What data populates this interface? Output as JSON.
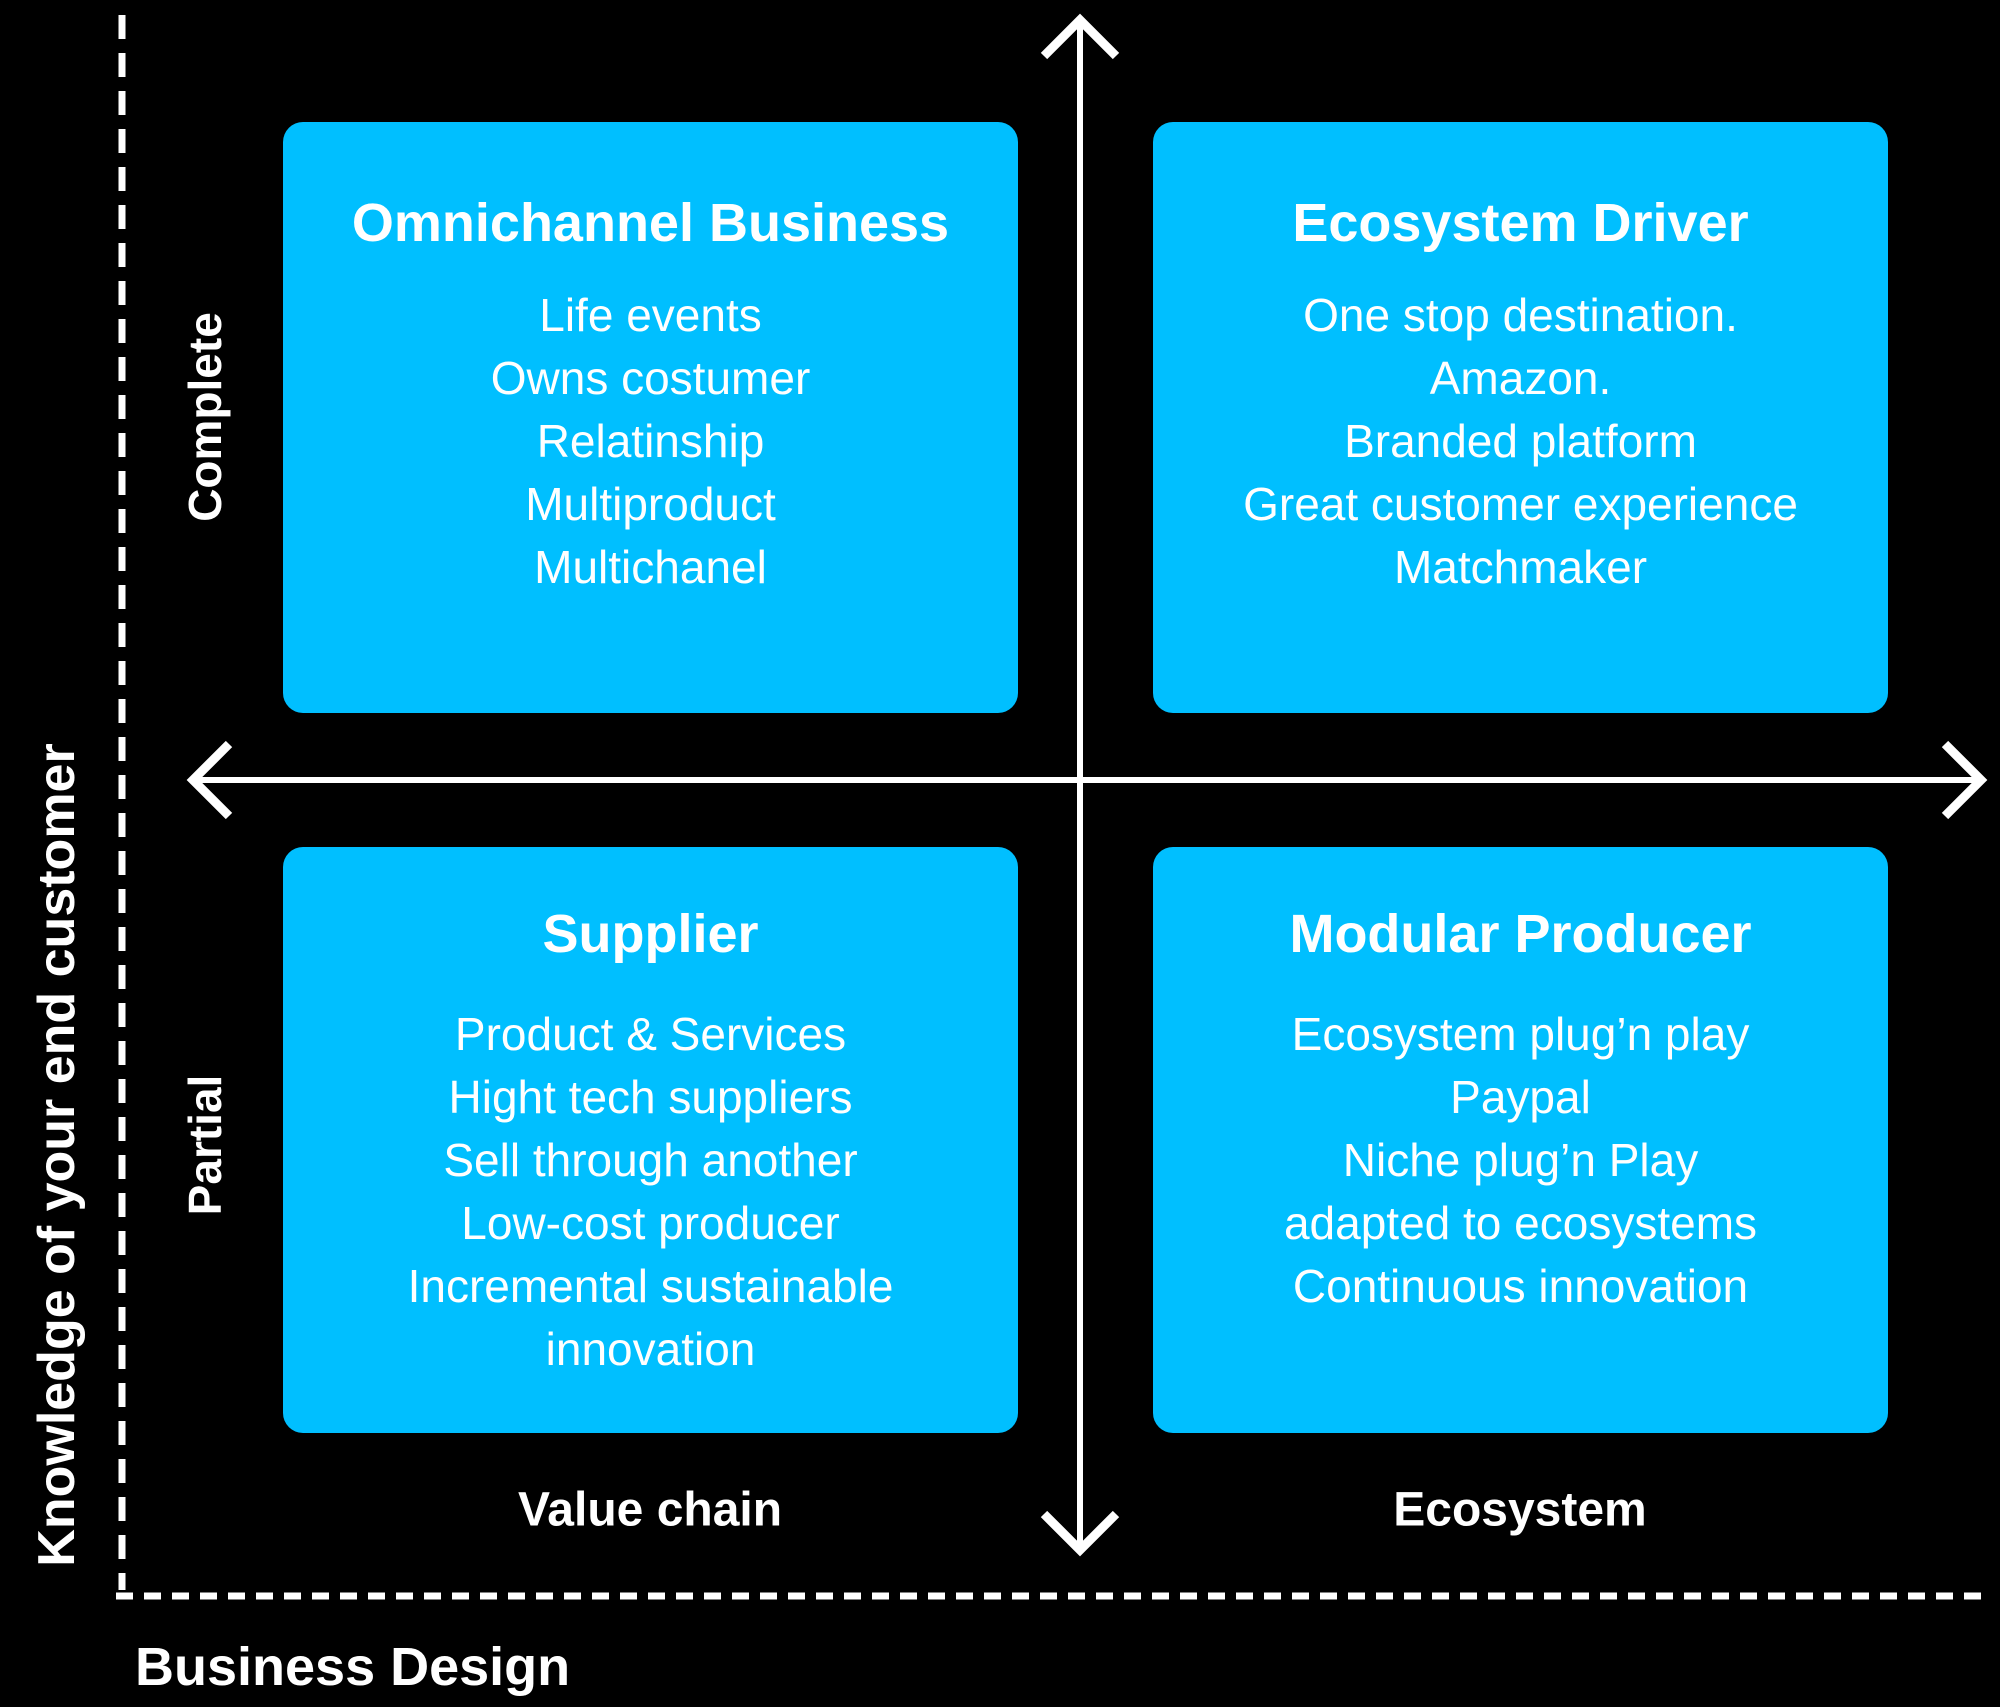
{
  "colors": {
    "background": "#000000",
    "box": "#00bfff",
    "text": "#ffffff",
    "axis": "#ffffff"
  },
  "y_axis": {
    "label": "Knowledge of your end customer",
    "top_tick": "Complete",
    "bottom_tick": "Partial"
  },
  "x_axis": {
    "label": "Business Design",
    "left_tick": "Value chain",
    "right_tick": "Ecosystem"
  },
  "quadrants": {
    "top_left": {
      "title": "Omnichannel Business",
      "lines": [
        "Life events",
        "Owns costumer",
        "Relatinship",
        "Multiproduct",
        "Multichanel"
      ]
    },
    "top_right": {
      "title": "Ecosystem Driver",
      "lines": [
        "One stop destination.",
        "Amazon.",
        "Branded platform",
        "Great customer experience",
        "Matchmaker"
      ]
    },
    "bottom_left": {
      "title": "Supplier",
      "lines": [
        "Product & Services",
        "Hight tech suppliers",
        "Sell through another",
        "Low-cost producer",
        "Incremental sustainable innovation"
      ]
    },
    "bottom_right": {
      "title": "Modular Producer",
      "lines": [
        "Ecosystem plug’n play",
        "Paypal",
        "Niche plug’n Play",
        "adapted to ecosystems",
        "Continuous innovation"
      ]
    }
  }
}
